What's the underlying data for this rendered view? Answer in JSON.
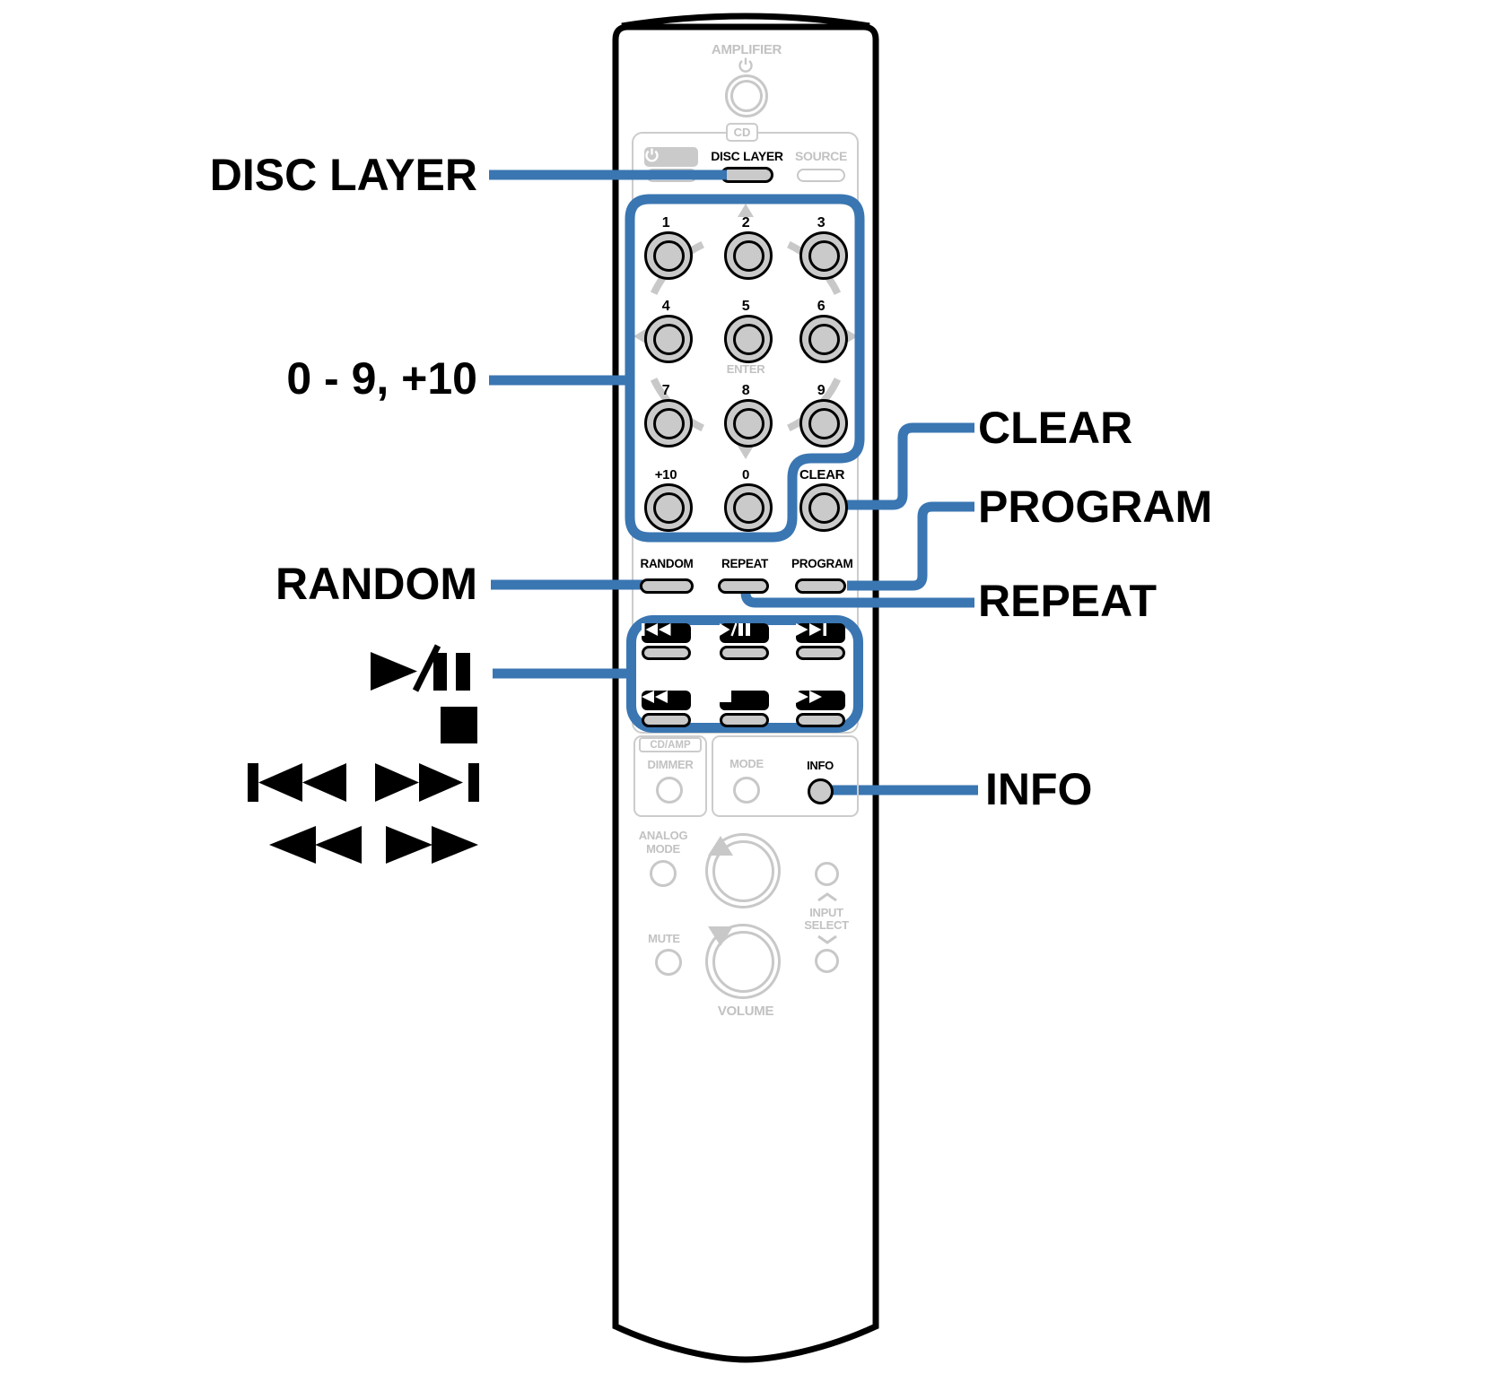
{
  "colors": {
    "accent_blue": "#3a76b2",
    "button_gray": "#cacaca",
    "faint_gray": "#c8c8c8"
  },
  "callouts": {
    "left": {
      "disc_layer": "DISC LAYER",
      "digits": "0 - 9, +10",
      "random": "RANDOM"
    },
    "right": {
      "clear": "CLEAR",
      "program": "PROGRAM",
      "repeat": "REPEAT",
      "info": "INFO"
    }
  },
  "remote": {
    "amplifier": "AMPLIFIER",
    "cd_tag": "CD",
    "disc_layer": "DISC LAYER",
    "source": "SOURCE",
    "keypad": [
      "1",
      "2",
      "3",
      "4",
      "5",
      "6",
      "7",
      "8",
      "9",
      "+10",
      "0",
      "CLEAR"
    ],
    "enter": "ENTER",
    "random": "RANDOM",
    "repeat": "REPEAT",
    "program": "PROGRAM",
    "cd_amp": "CD/AMP",
    "dimmer": "DIMMER",
    "mode": "MODE",
    "info": "INFO",
    "analog_mode": [
      "ANALOG",
      "MODE"
    ],
    "mute": "MUTE",
    "input_select": [
      "INPUT",
      "SELECT"
    ],
    "volume": "VOLUME"
  }
}
